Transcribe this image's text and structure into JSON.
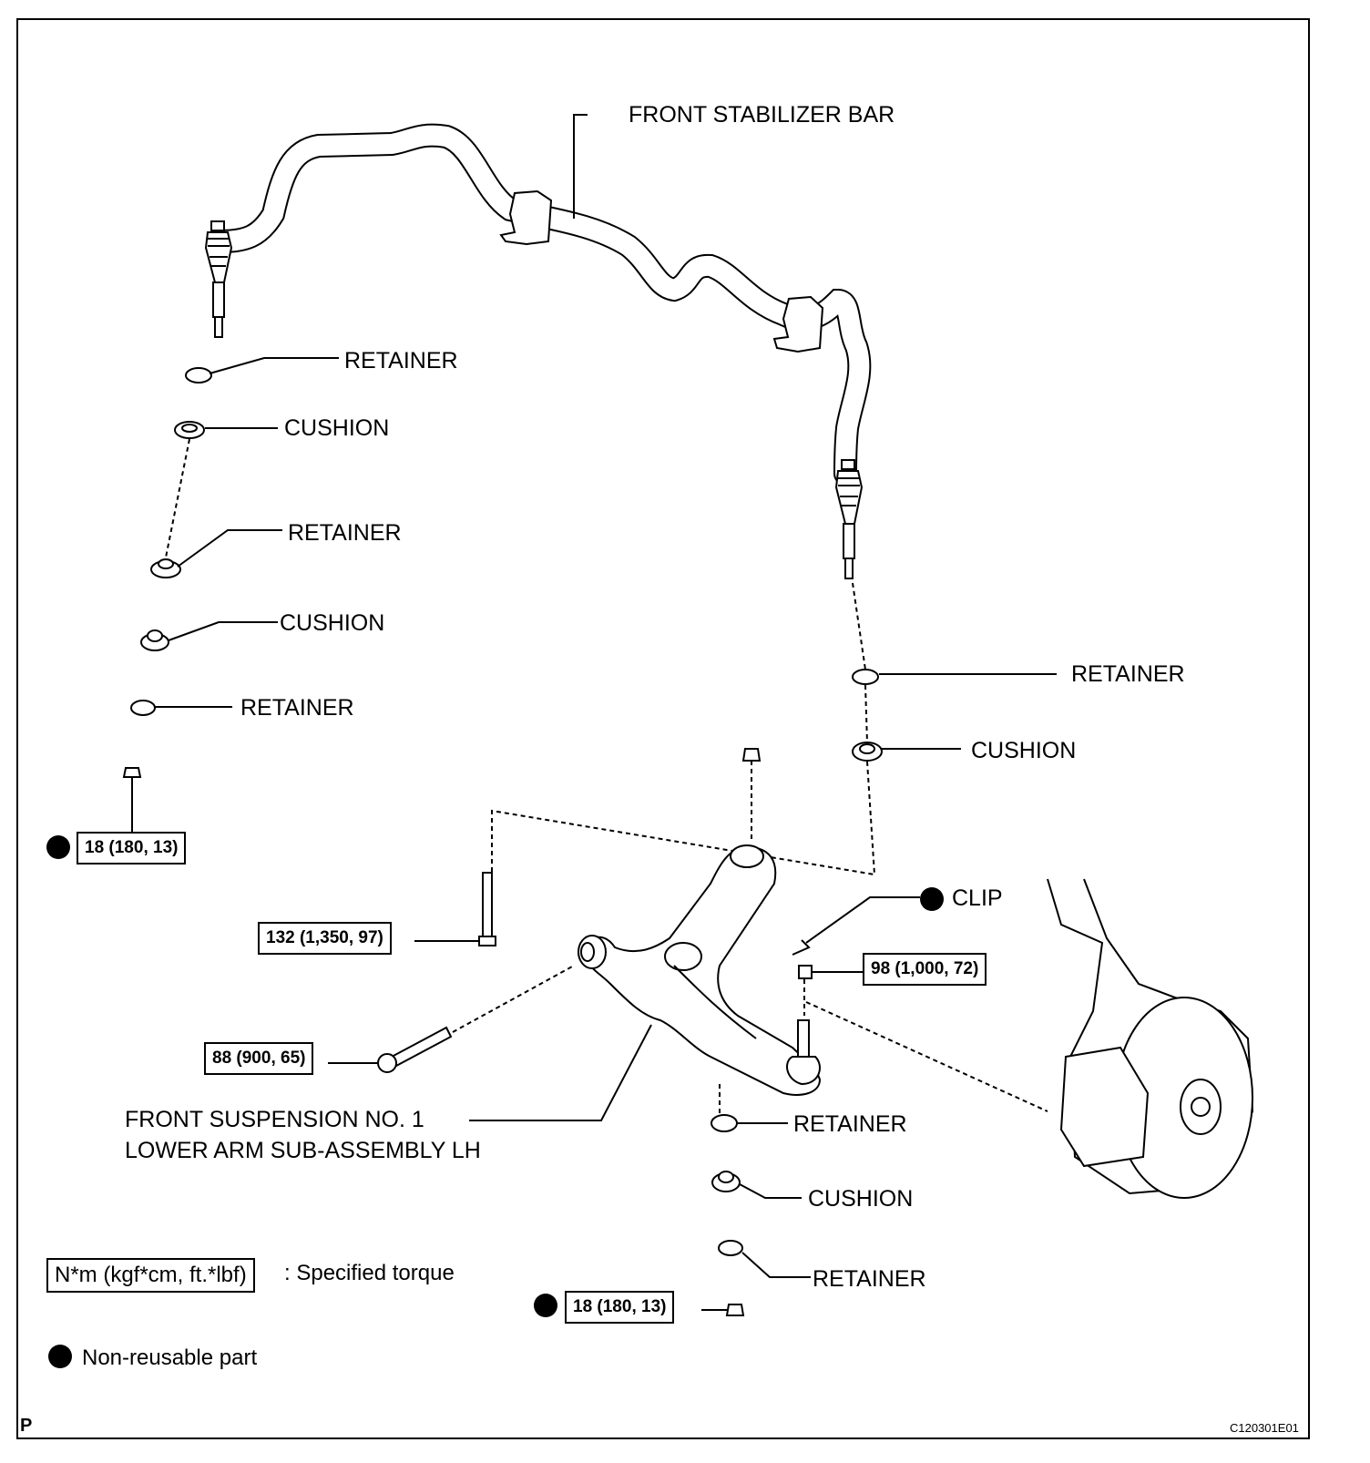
{
  "labels": {
    "front_stabilizer_bar": "FRONT STABILIZER BAR",
    "retainer": "RETAINER",
    "cushion": "CUSHION",
    "clip": "CLIP",
    "lower_arm_line1": "FRONT SUSPENSION NO. 1",
    "lower_arm_line2": "LOWER ARM SUB-ASSEMBLY LH"
  },
  "torques": {
    "left_nut": "18 (180, 13)",
    "bolt_vertical": "132 (1,350, 97)",
    "bolt_front": "88 (900, 65)",
    "ball_joint_nut": "98 (1,000, 72)",
    "bottom_nut": "18 (180, 13)"
  },
  "legend": {
    "torque_unit": "N*m (kgf*cm, ft.*lbf)",
    "torque_desc": ": Specified torque",
    "nonreusable": "Non-reusable part"
  },
  "footer": {
    "left_tag": "P",
    "figure_id": "C120301E01"
  }
}
